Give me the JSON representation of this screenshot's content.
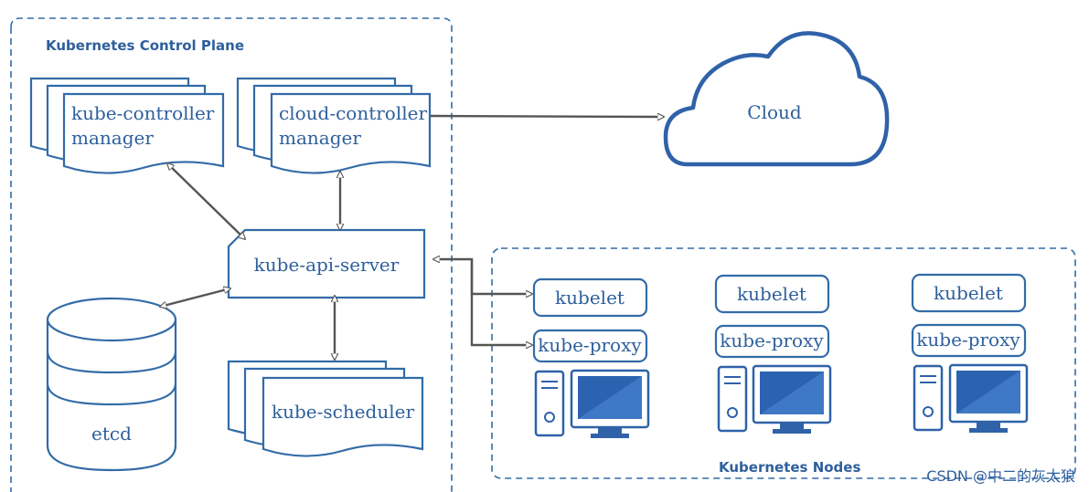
{
  "control_plane": {
    "title": "Kubernetes Control Plane",
    "kube_controller_manager": [
      "kube-controller",
      "manager"
    ],
    "cloud_controller_manager": [
      "cloud-controller",
      "manager"
    ],
    "kube_api_server": "kube-api-server",
    "etcd": "etcd",
    "kube_scheduler": "kube-scheduler"
  },
  "cloud": {
    "label": "Cloud"
  },
  "nodes": {
    "title": "Kubernetes Nodes",
    "items": [
      {
        "kubelet": "kubelet",
        "proxy": "kube-proxy"
      },
      {
        "kubelet": "kubelet",
        "proxy": "kube-proxy"
      },
      {
        "kubelet": "kubelet",
        "proxy": "kube-proxy"
      }
    ]
  },
  "watermark": "CSDN @中二的灰太狼",
  "colors": {
    "primary": "#326ba8",
    "connector": "#555555",
    "screen": "#2c63b1",
    "title": "#444444"
  }
}
